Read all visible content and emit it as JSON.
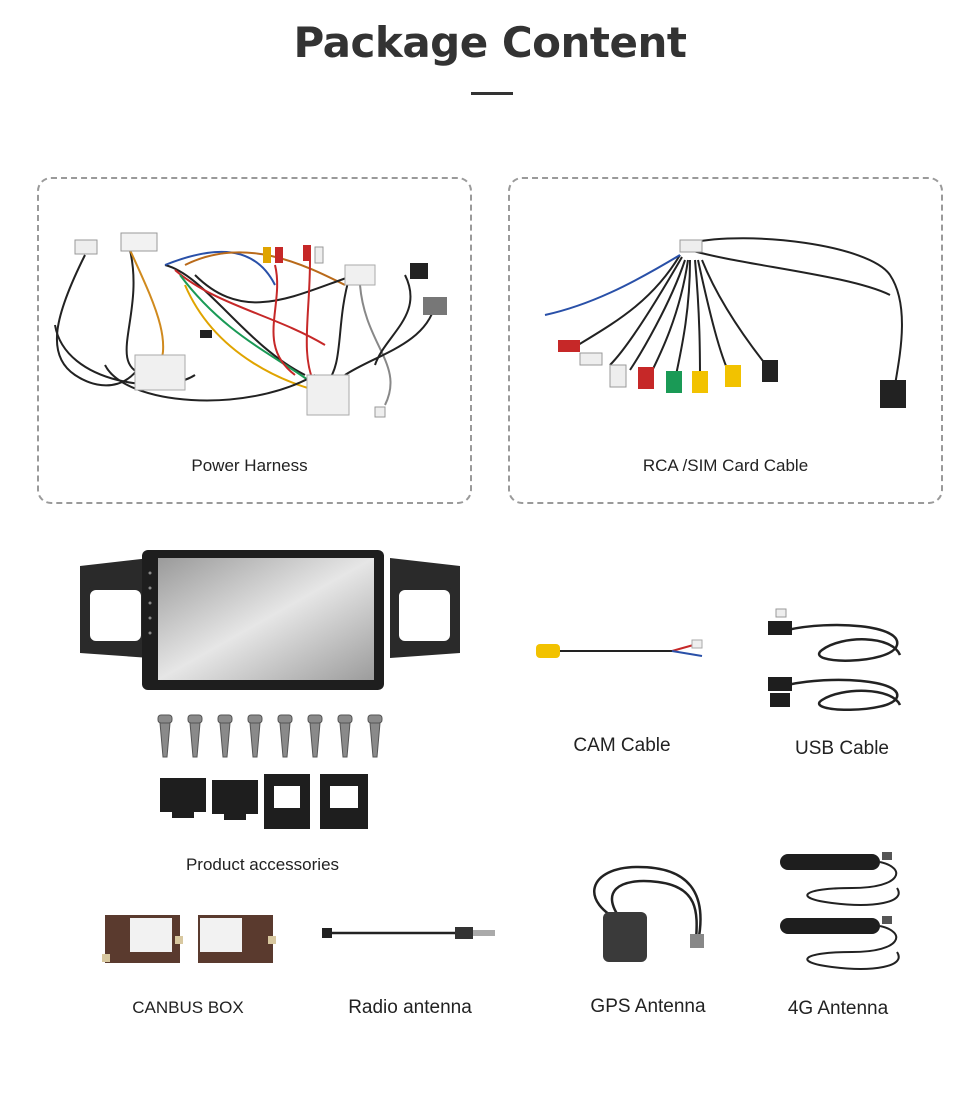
{
  "page": {
    "title": "Package Content"
  },
  "items": {
    "power_harness": "Power Harness",
    "rca_sim_cable": "RCA /SIM Card Cable",
    "product_accessories": "Product accessories",
    "cam_cable": "CAM Cable",
    "usb_cable": "USB Cable",
    "canbus_box": "CANBUS BOX",
    "radio_antenna": "Radio antenna",
    "gps_antenna": "GPS Antenna",
    "antenna_4g": "4G Antenna"
  },
  "colors": {
    "title": "#333333",
    "border": "#9a9a9a",
    "rca_red": "#c62828",
    "rca_white": "#eeeeee",
    "rca_yellow": "#f2c200",
    "rca_green": "#1a9a56"
  }
}
